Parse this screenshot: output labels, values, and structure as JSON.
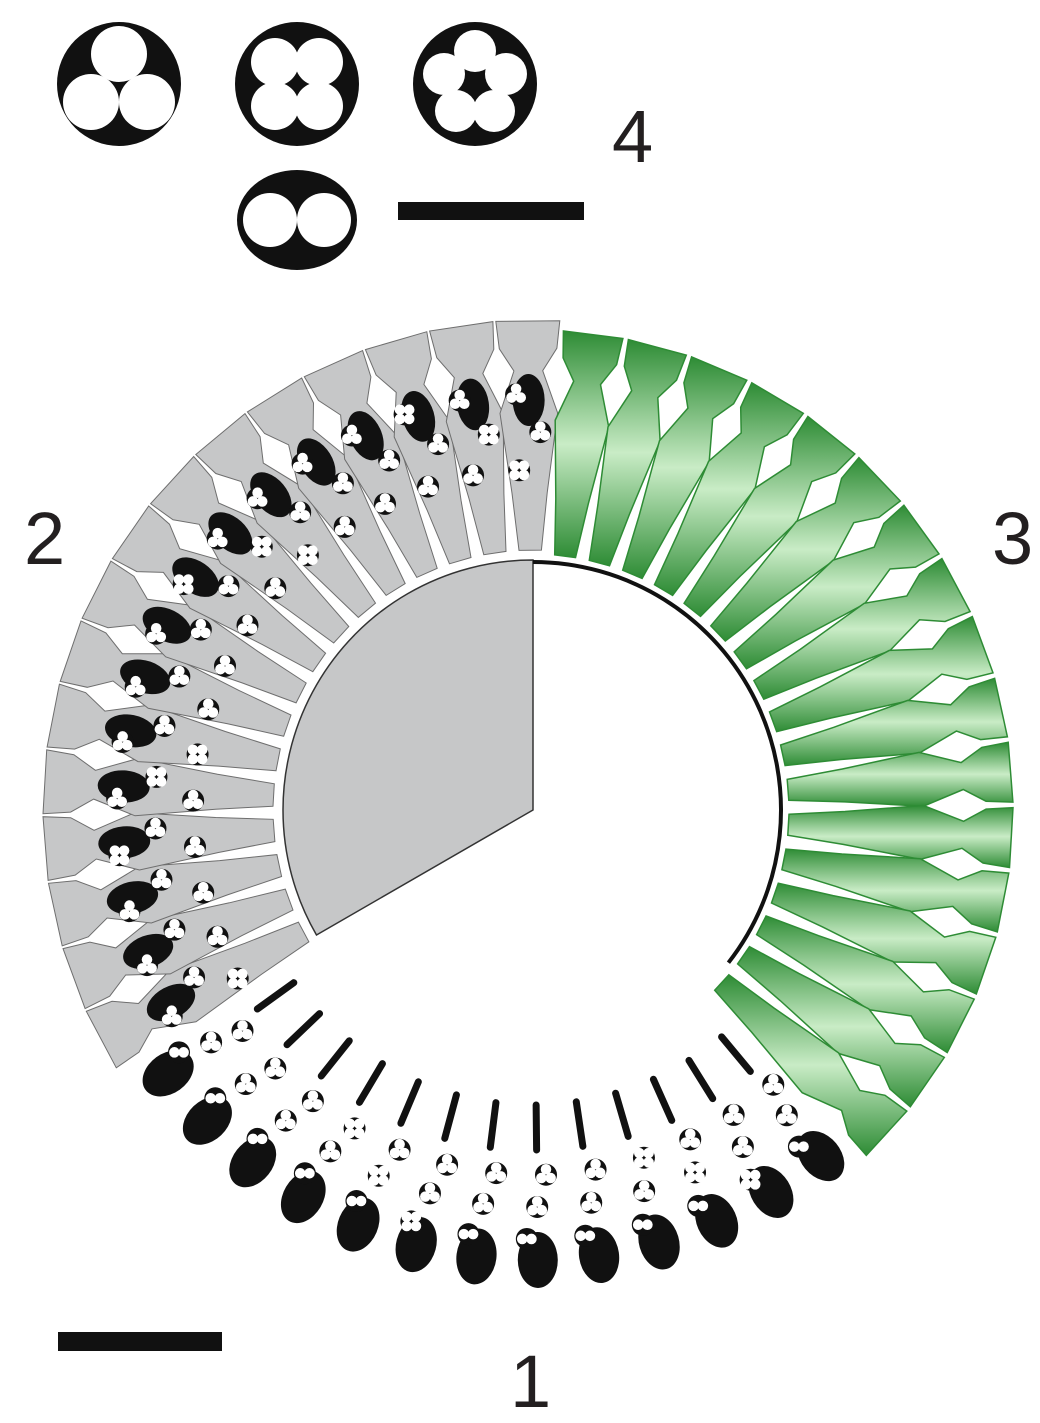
{
  "labels": {
    "panel_1": "1",
    "panel_2": "2",
    "panel_3": "3",
    "panel_4": "4"
  },
  "colors": {
    "ink": "#111111",
    "cell_gray": "#c6c7c8",
    "cell_gray_edge": "#6e6e6e",
    "cell_green": "#5bb85b",
    "cell_green_dark": "#2e8c35",
    "cell_green_light": "#c9ecc6",
    "background": "#ffffff"
  },
  "icons": {
    "scale_bar_top": "scale-bar",
    "scale_bar_bottom": "scale-bar",
    "inset_cells": [
      "three-lobed-cell-icon",
      "four-lobed-cell-icon",
      "five-lobed-cell-icon",
      "two-lobed-cell-icon"
    ]
  }
}
